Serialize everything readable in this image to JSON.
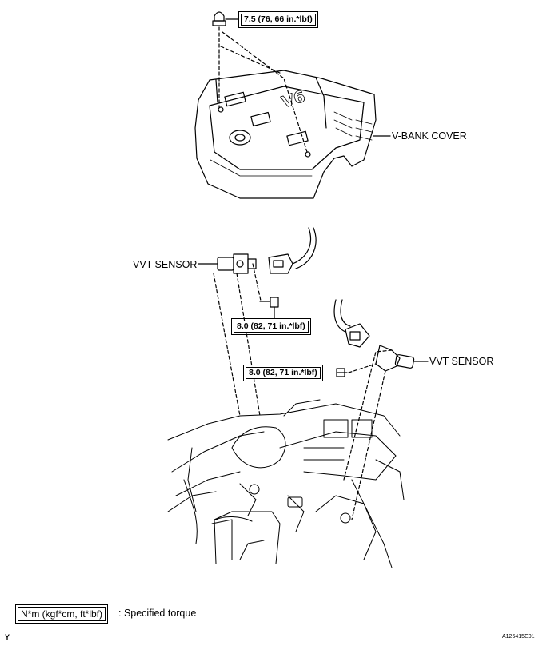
{
  "torque": {
    "cover_bolt": "7.5 (76, 66 in.*lbf)",
    "upper_sensor_bolt": "8.0 (82, 71 in.*lbf)",
    "lower_sensor_bolt": "8.0 (82, 71 in.*lbf)"
  },
  "labels": {
    "v_bank_cover": "V-BANK COVER",
    "vvt_sensor_left": "VVT SENSOR",
    "vvt_sensor_right": "VVT SENSOR"
  },
  "legend": {
    "box_text": "N*m (kgf*cm, ft*lbf)",
    "description": ": Specified torque"
  },
  "footer": {
    "left_mark": "Y",
    "figure_id": "A126415E01"
  }
}
